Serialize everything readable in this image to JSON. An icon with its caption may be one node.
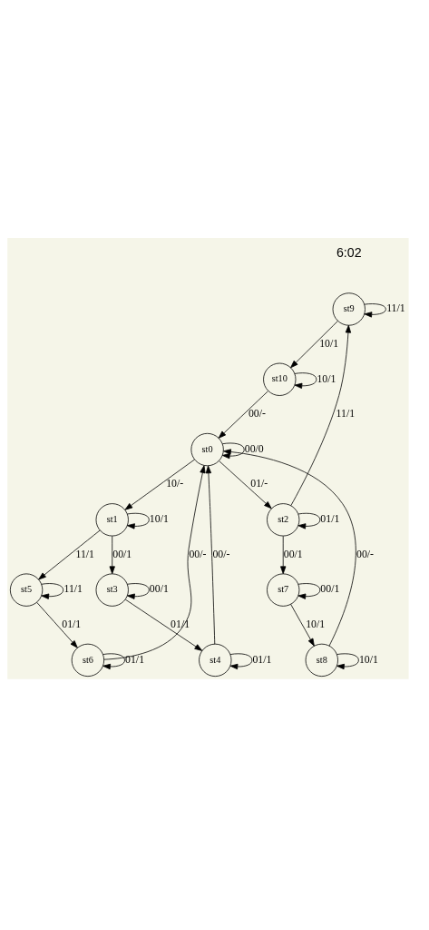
{
  "diagram": {
    "nodes": [
      {
        "text": [
          "st9"
        ]
      },
      {
        "text": [
          "st10"
        ]
      },
      {
        "text": [
          "st0"
        ]
      },
      {
        "text": [
          "st1"
        ]
      },
      {
        "text": [
          "st2"
        ]
      },
      {
        "text": [
          "st5"
        ]
      },
      {
        "text": [
          "st3"
        ]
      },
      {
        "text": [
          "st7"
        ]
      },
      {
        "text": [
          "st6"
        ]
      },
      {
        "text": [
          "st4"
        ]
      },
      {
        "text": [
          "st8"
        ]
      }
    ],
    "edges": [
      {
        "from": 0,
        "to": 0,
        "arrow": "to",
        "label": "11/1"
      },
      {
        "from": 0,
        "to": 1,
        "arrow": "to",
        "label": "10/1"
      },
      {
        "from": 1,
        "to": 1,
        "arrow": "to",
        "label": "10/1"
      },
      {
        "from": 1,
        "to": 2,
        "arrow": "to",
        "label": "00/-"
      },
      {
        "from": 2,
        "to": 2,
        "arrow": "to",
        "label": "00/0"
      },
      {
        "from": 2,
        "to": 3,
        "arrow": "to",
        "label": "10/-"
      },
      {
        "from": 2,
        "to": 4,
        "arrow": "to",
        "label": "01/-"
      },
      {
        "from": 4,
        "to": 0,
        "arrow": "to",
        "label": "11/1"
      },
      {
        "from": 3,
        "to": 3,
        "arrow": "to",
        "label": "10/1"
      },
      {
        "from": 4,
        "to": 4,
        "arrow": "to",
        "label": "01/1"
      },
      {
        "from": 3,
        "to": 5,
        "arrow": "to",
        "label": "11/1"
      },
      {
        "from": 3,
        "to": 6,
        "arrow": "to",
        "label": "00/1"
      },
      {
        "from": 4,
        "to": 7,
        "arrow": "to",
        "label": "00/1"
      },
      {
        "from": 5,
        "to": 5,
        "arrow": "to",
        "label": "11/1"
      },
      {
        "from": 6,
        "to": 6,
        "arrow": "to",
        "label": "00/1"
      },
      {
        "from": 7,
        "to": 7,
        "arrow": "to",
        "label": "00/1"
      },
      {
        "from": 5,
        "to": 8,
        "arrow": "to",
        "label": "01/1"
      },
      {
        "from": 6,
        "to": 9,
        "arrow": "to",
        "label": "01/1"
      },
      {
        "from": 7,
        "to": 10,
        "arrow": "to",
        "label": "10/1"
      },
      {
        "from": 8,
        "to": 8,
        "arrow": "to",
        "label": "01/1"
      },
      {
        "from": 9,
        "to": 9,
        "arrow": "to",
        "label": "01/1"
      },
      {
        "from": 10,
        "to": 10,
        "arrow": "to",
        "label": "10/1"
      },
      {
        "from": 8,
        "to": 2,
        "arrow": "to",
        "label": "00/-"
      },
      {
        "from": 9,
        "to": 2,
        "arrow": "to",
        "label": "00/-"
      },
      {
        "from": 10,
        "to": 2,
        "arrow": "to",
        "label": "00/-"
      }
    ],
    "labels": [
      "6:02"
    ]
  }
}
